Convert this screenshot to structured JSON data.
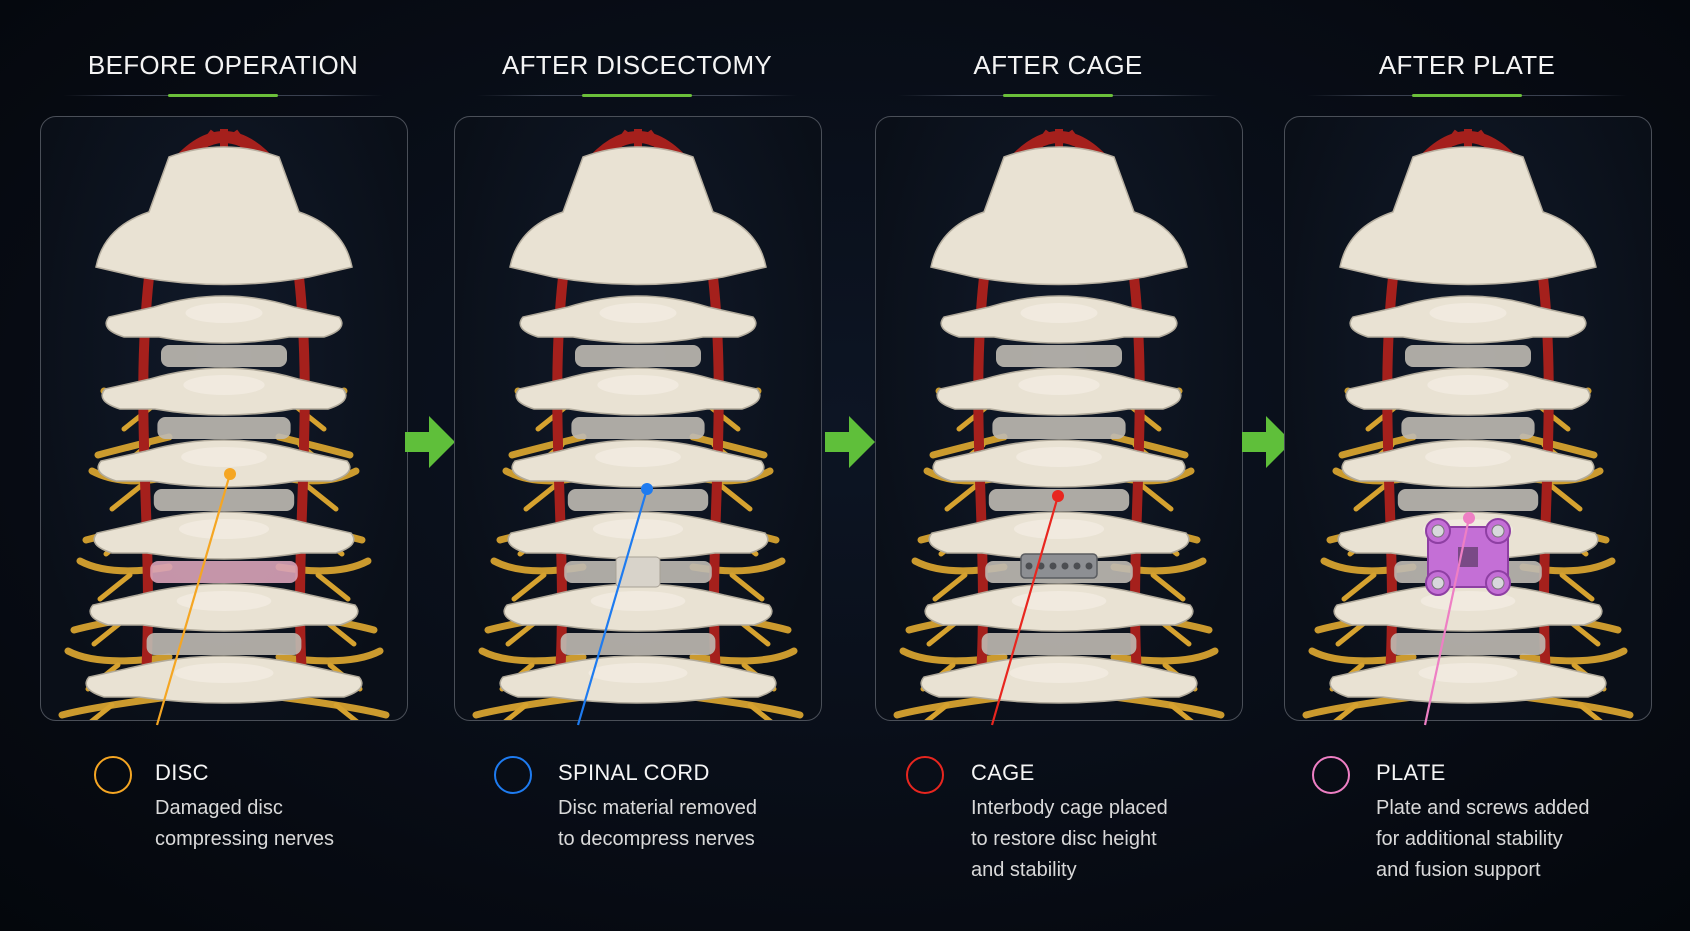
{
  "stages": [
    {
      "title": "BEFORE OPERATION",
      "label": "DISC",
      "desc": "Damaged disc\ncompressing nerves",
      "color": "#f5a623"
    },
    {
      "title": "AFTER DISCECTOMY",
      "label": "SPINAL CORD",
      "desc": "Disc material removed\nto decompress nerves",
      "color": "#1e7bf0"
    },
    {
      "title": "AFTER CAGE",
      "label": "CAGE",
      "desc": "Interbody cage placed\nto restore disc height\nand stability",
      "color": "#e8261f"
    },
    {
      "title": "AFTER PLATE",
      "label": "PLATE",
      "desc": "Plate and screws added\nfor additional stability\nand fusion support",
      "color": "#ee7fc4"
    }
  ],
  "colors": {
    "arrow": "#5fbf3a",
    "bone": "#e9e2d3",
    "nerve": "#d6a22f",
    "artery": "#a5201c"
  },
  "icons": {
    "arrow": "arrow-right-icon",
    "marker": "circle-marker-icon"
  }
}
